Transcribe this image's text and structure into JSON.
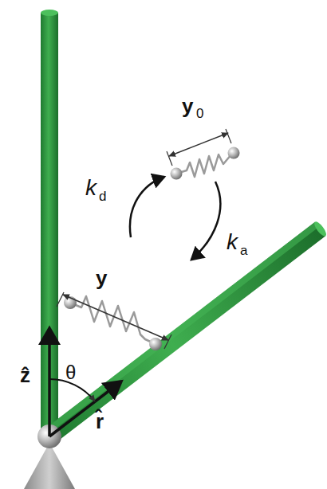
{
  "diagram": {
    "labels": [
      "y",
      "0",
      "k",
      "d",
      "k",
      "a",
      "y",
      "θ",
      "ẑ",
      "r̂"
    ]
  }
}
